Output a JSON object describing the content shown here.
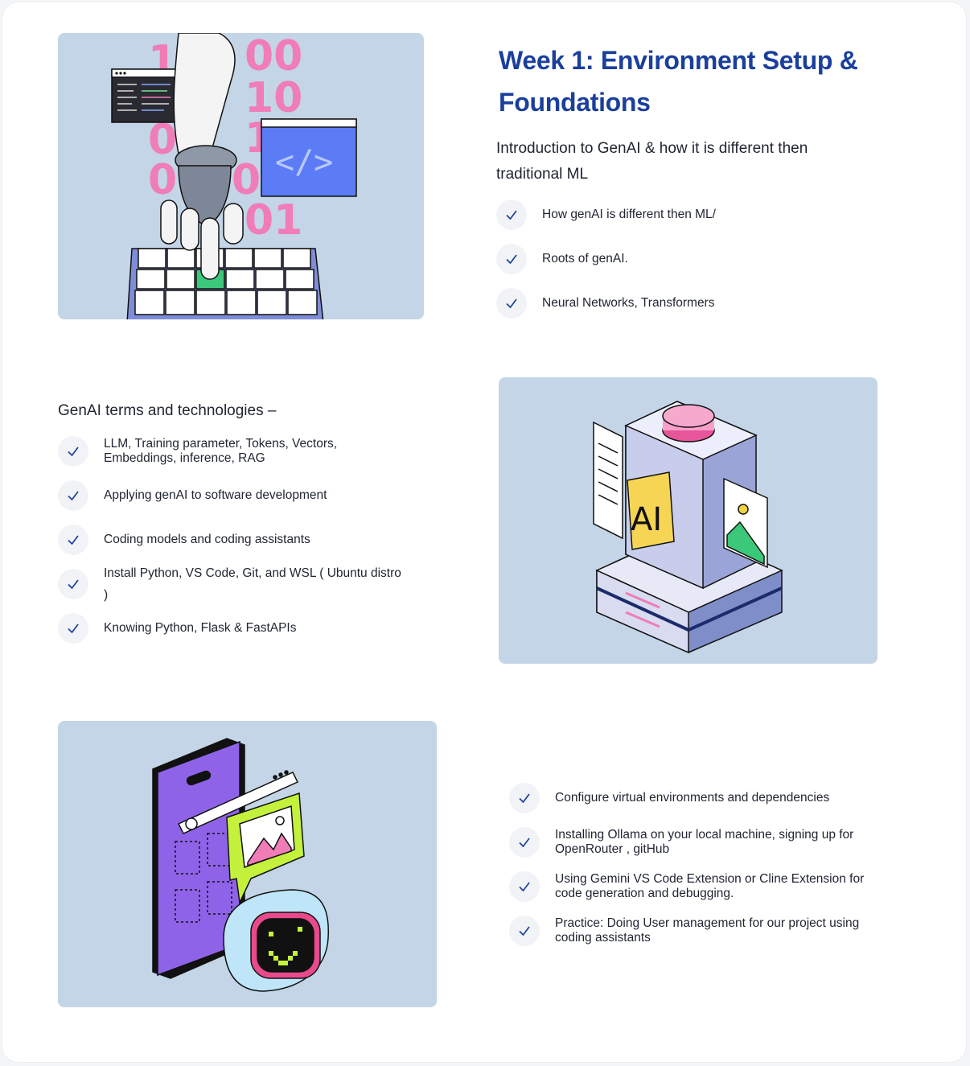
{
  "week": {
    "title": "Week 1: Environment Setup & Foundations"
  },
  "section1": {
    "subtitle": "Introduction to GenAI & how it is different then traditional ML",
    "items": [
      "How genAI is different then ML/",
      "Roots of genAI.",
      "Neural Networks, Transformers"
    ]
  },
  "section2": {
    "subtitle": "GenAI terms and technologies –",
    "items": [
      "LLM, Training parameter, Tokens, Vectors, Embeddings, inference, RAG",
      "Applying genAI to software development",
      "Coding models and coding assistants",
      "Install Python, VS Code, Git, and WSL ( Ubuntu distro )",
      "Knowing Python, Flask & FastAPIs"
    ]
  },
  "section3": {
    "items": [
      "Configure virtual environments and dependencies",
      "Installing Ollama on your local machine, signing up for OpenRouter , gitHub",
      "Using Gemini VS Code Extension or Cline Extension for code generation and debugging.",
      "Practice: Doing User management for our project using coding assistants"
    ]
  },
  "illustrations": {
    "robot": {
      "digits": [
        "1",
        "00",
        "10",
        "0",
        "1",
        "0",
        "0",
        "01"
      ],
      "code_icon": "</>"
    },
    "server": {
      "badge": "AI"
    },
    "phone": {}
  },
  "icons": {
    "check": "check-icon"
  },
  "colors": {
    "accent": "#1a3f9c",
    "illustration_bg": "#c3d5e7",
    "check_bg": "#f1f3f6"
  }
}
